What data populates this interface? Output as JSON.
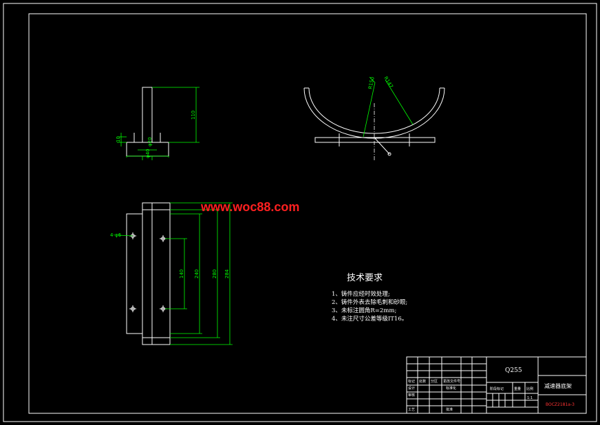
{
  "dimensions": {
    "front_view": {
      "height": "110",
      "left": "10",
      "bottom_a": "φ20",
      "bottom_b": "φ40"
    },
    "arc_view": {
      "r1": "R150",
      "r2": "R147"
    },
    "plan_view": {
      "hole": "4-φ6",
      "d1": "140",
      "d2": "240",
      "d3": "280",
      "d4": "284"
    }
  },
  "watermark": "www.woc88.com",
  "tech_requirements": {
    "title": "技术要求",
    "items": [
      "1、铸件应经时效处理;",
      "2、铸件外表去除毛刺和砂眼;",
      "3、未标注圆角R=2mm;",
      "4、未注尺寸公差等级IT16。"
    ]
  },
  "title_block": {
    "material": "Q255",
    "part_name": "减速器底架",
    "drawing_no": "BOCZ2181a-3",
    "scale": "1:1",
    "labels": {
      "mark": "标记",
      "count": "处数",
      "zone": "分区",
      "change_no": "更改文件号",
      "design": "设计",
      "standardize": "标准化",
      "review": "审核",
      "process": "工艺",
      "approve": "批准",
      "stage_mark": "阶段标记",
      "weight": "重量",
      "ratio": "比例"
    }
  },
  "colors": {
    "background": "#000000",
    "lines": "#ffffff",
    "dimensions": "#00ff00",
    "watermark": "#ff2020"
  }
}
